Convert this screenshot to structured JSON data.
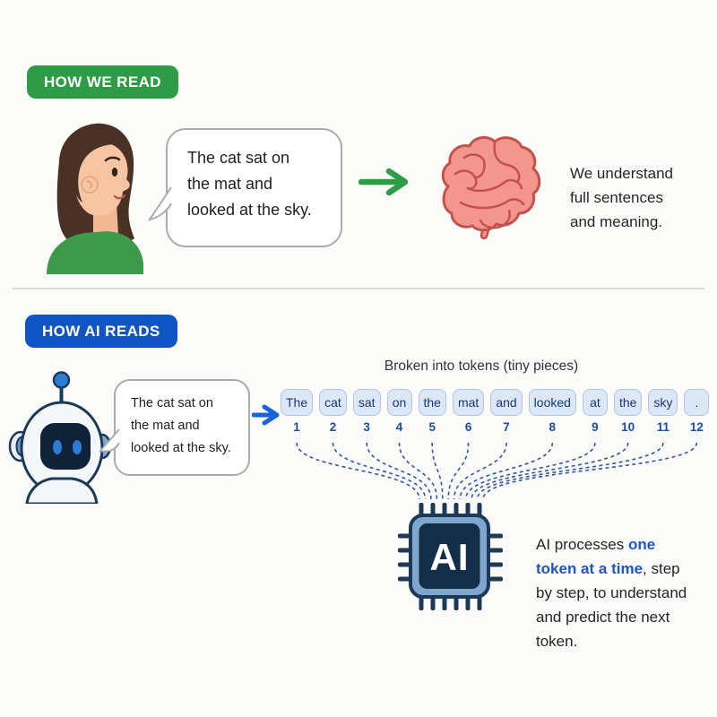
{
  "human": {
    "badge": "HOW WE READ",
    "speech": [
      "The cat sat on",
      "the mat and",
      "looked at the sky."
    ],
    "result": [
      "We understand",
      "full sentences",
      "and meaning."
    ]
  },
  "ai": {
    "badge": "HOW AI READS",
    "speech": [
      "The cat sat on",
      "the mat and",
      "looked at the sky."
    ],
    "tokens_title": "Broken into tokens (tiny pieces)",
    "tokens": [
      {
        "text": "The",
        "num": "1"
      },
      {
        "text": "cat",
        "num": "2"
      },
      {
        "text": "sat",
        "num": "3"
      },
      {
        "text": "on",
        "num": "4"
      },
      {
        "text": "the",
        "num": "5"
      },
      {
        "text": "mat",
        "num": "6"
      },
      {
        "text": "and",
        "num": "7"
      },
      {
        "text": "looked",
        "num": "8"
      },
      {
        "text": "at",
        "num": "9"
      },
      {
        "text": "the",
        "num": "10"
      },
      {
        "text": "sky",
        "num": "11"
      },
      {
        "text": ".",
        "num": "12"
      }
    ],
    "chip_label": "AI",
    "process_seg1": "AI processes ",
    "process_highlight": "one token at a time",
    "process_seg2": ", step by step, to understand and predict the next token."
  },
  "icons": {
    "woman": "woman-avatar",
    "brain": "brain-icon",
    "robot": "robot-avatar",
    "chip": "ai-chip-icon",
    "arrow_green": "arrow-right-green-icon",
    "arrow_blue": "arrow-right-blue-icon"
  },
  "colors": {
    "badge_green": "#2E9B47",
    "badge_blue": "#1155C4",
    "highlight_blue": "#1F56C5",
    "token_bg": "#DCE8F8",
    "token_border": "#B3C4E8",
    "token_text": "#18367E",
    "token_number": "#1E4DA0",
    "curve": "#33589F",
    "brain_fill": "#F4968E",
    "brain_stroke": "#C4524C",
    "chip_body": "#7FA6CC",
    "chip_dark": "#152E48"
  }
}
